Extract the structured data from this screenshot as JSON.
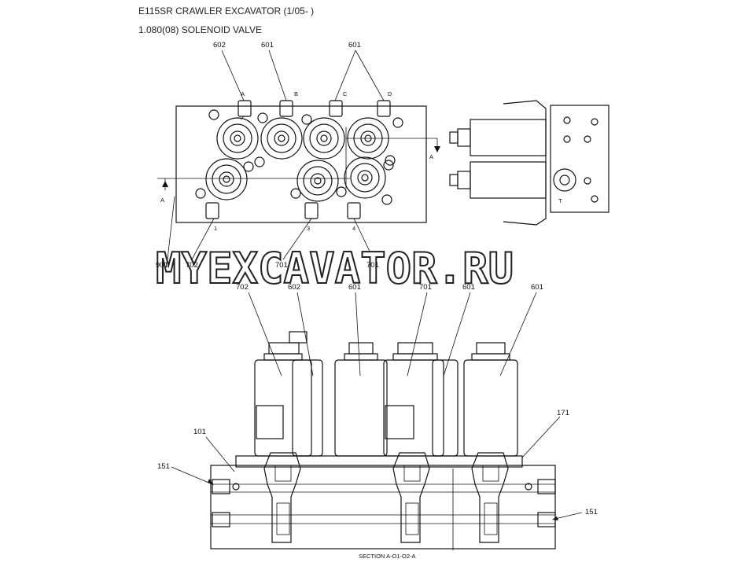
{
  "header": {
    "model": "E115SR CRAWLER EXCAVATOR (1/05- )",
    "part": "1.080(08) SOLENOID VALVE"
  },
  "top_view": {
    "callouts": {
      "c602": "602",
      "c601a": "601",
      "c601b": "601",
      "c901": "901",
      "c702": "702",
      "c701a": "701",
      "c701b": "701"
    },
    "port_letters": {
      "a": "A",
      "b": "B",
      "c": "C",
      "d": "D"
    },
    "port_numbers": {
      "n1": "1",
      "n3": "3",
      "n4": "4"
    },
    "section_marks": {
      "left": "A",
      "right": "A"
    }
  },
  "side_view": {
    "port_t": "T"
  },
  "section_view": {
    "callouts": {
      "c702": "702",
      "c602": "602",
      "c601a": "601",
      "c701": "701",
      "c601b": "601",
      "c601c": "601",
      "c171": "171",
      "c101": "101",
      "c151a": "151",
      "c151b": "151"
    },
    "section_title": "SECTION  A-O1-O2-A"
  },
  "watermark": "MYEXCAVATOR.RU"
}
